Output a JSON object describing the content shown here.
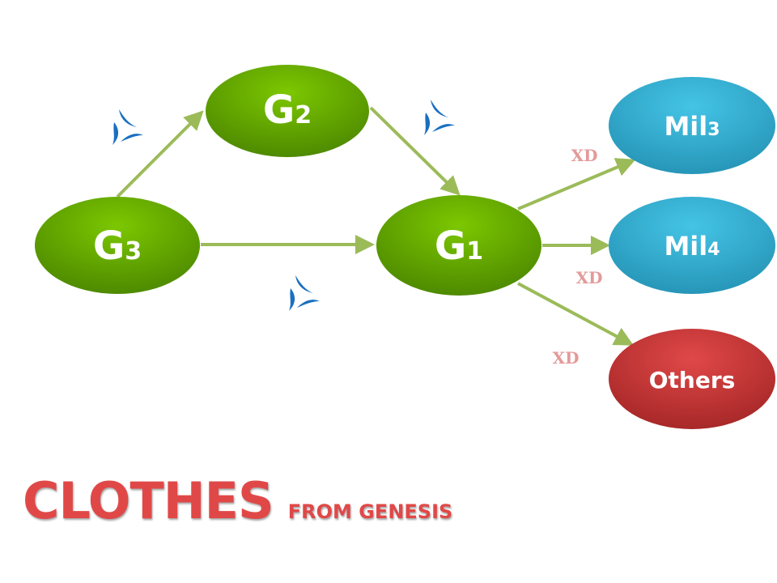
{
  "nodes": {
    "g2": {
      "main": "G",
      "sub": "2"
    },
    "g3": {
      "main": "G",
      "sub": "3"
    },
    "g1": {
      "main": "G",
      "sub": "1"
    },
    "mil3": {
      "main": "Mil",
      "sub": "3"
    },
    "mil4": {
      "main": "Mil",
      "sub": "4"
    },
    "others": {
      "main": "Others",
      "sub": ""
    }
  },
  "edge_labels": {
    "xd1": "XD",
    "xd2": "XD",
    "xd3": "XD"
  },
  "icons": [
    "tri-swirl-logo-icon",
    "tri-swirl-logo-icon",
    "tri-swirl-logo-icon"
  ],
  "title": {
    "main": "CLOTHES",
    "sub": "FROM GENESIS"
  },
  "colors": {
    "green": "#66aa00",
    "blue": "#33b3d6",
    "red": "#cc3333",
    "arrow": "#9bbb59",
    "title": "#e04848"
  }
}
